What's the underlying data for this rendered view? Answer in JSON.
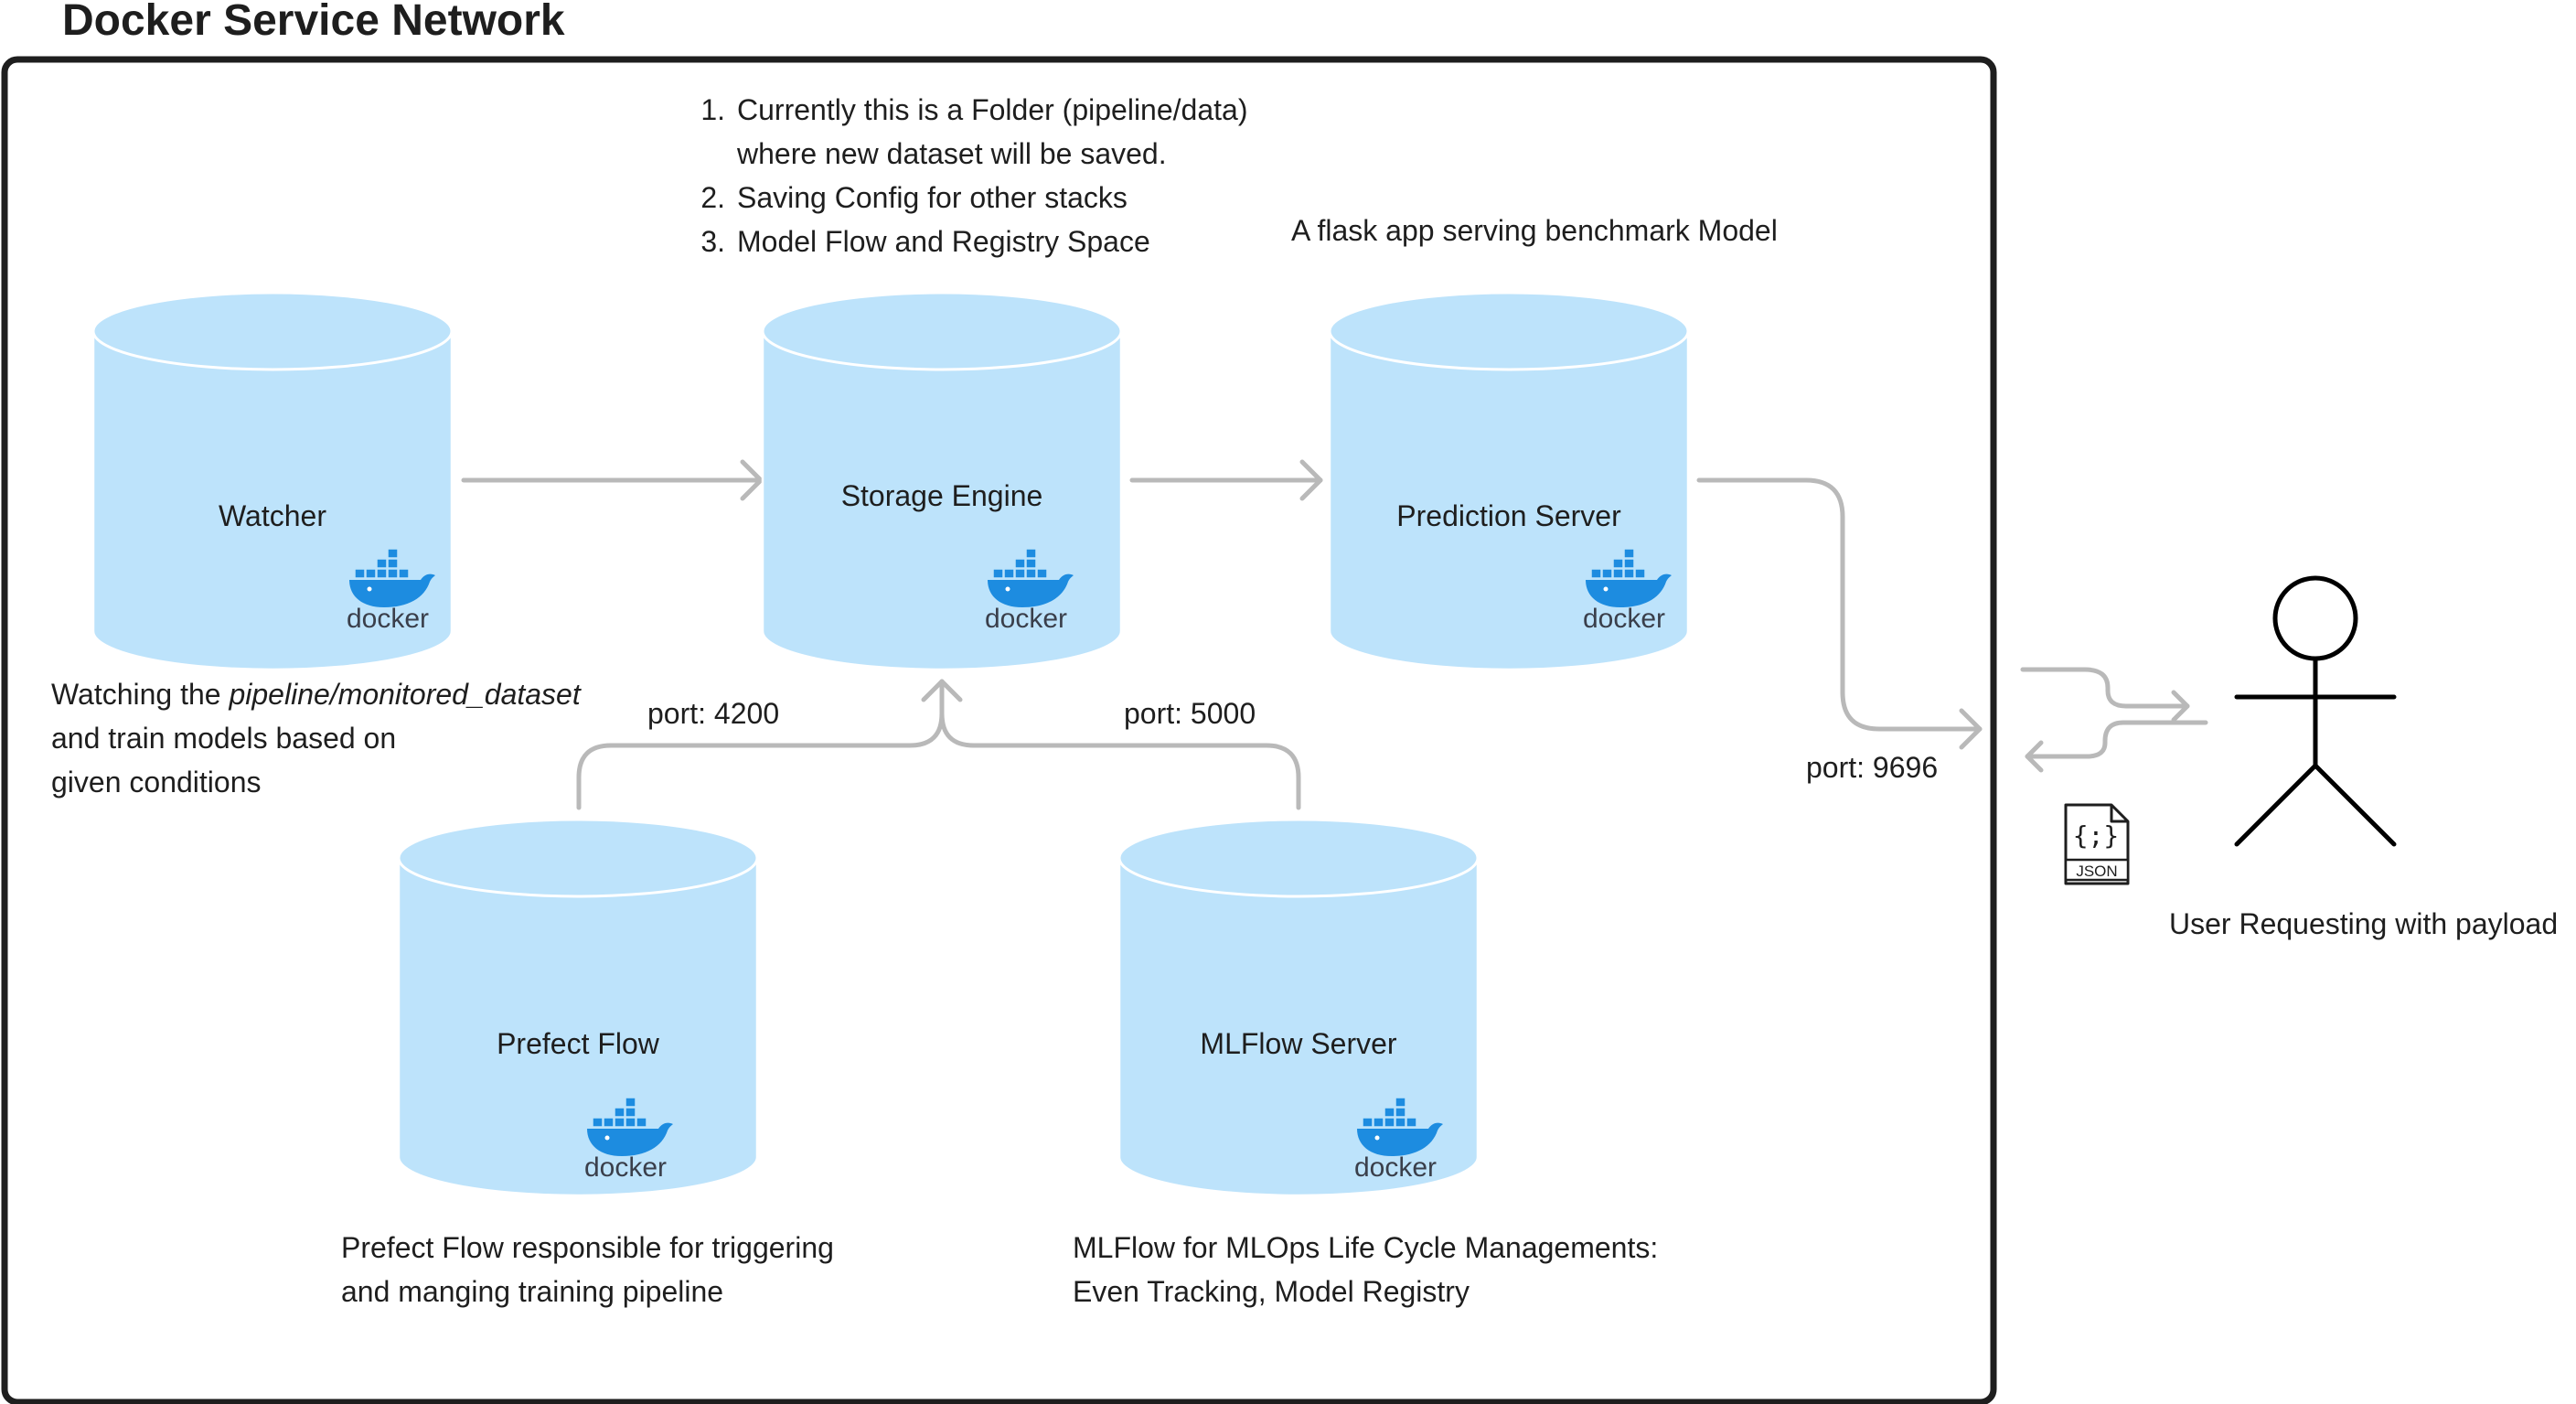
{
  "title": "Docker Service Network",
  "services": {
    "watcher": {
      "label": "Watcher",
      "badge": "docker"
    },
    "storage": {
      "label": "Storage Engine",
      "badge": "docker"
    },
    "prediction": {
      "label": "Prediction Server",
      "badge": "docker"
    },
    "prefect": {
      "label": "Prefect Flow",
      "badge": "docker"
    },
    "mlflow": {
      "label": "MLFlow Server",
      "badge": "docker"
    }
  },
  "notes": {
    "storage": {
      "line1_num": "1.",
      "line1": "Currently this is a Folder (pipeline/data)",
      "line1b": "where new dataset will be saved.",
      "line2_num": "2.",
      "line2": "Saving Config for other stacks",
      "line3_num": "3.",
      "line3": "Model Flow and Registry Space"
    },
    "prediction": "A flask app serving benchmark Model",
    "watcher": {
      "line1_pre": "Watching the ",
      "line1_em": "pipeline/monitored_dataset",
      "line2": "and train models based on",
      "line3": "given conditions"
    },
    "prefect": {
      "line1": "Prefect Flow responsible for triggering",
      "line2": "and manging training pipeline"
    },
    "mlflow": {
      "line1": "MLFlow for MLOps Life Cycle Managements:",
      "line2": "Even Tracking, Model Registry"
    }
  },
  "ports": {
    "prefect": "port: 4200",
    "mlflow": "port: 5000",
    "prediction": "port: 9696"
  },
  "user": {
    "label": "User Requesting with payload",
    "file_icon_text": "JSON",
    "file_icon_glyph": "{;}"
  },
  "colors": {
    "cylinder_fill": "#bde3fb",
    "arrow": "#b9b9b9",
    "docker_blue": "#1d8ce0",
    "frame": "#1e1e1e"
  }
}
